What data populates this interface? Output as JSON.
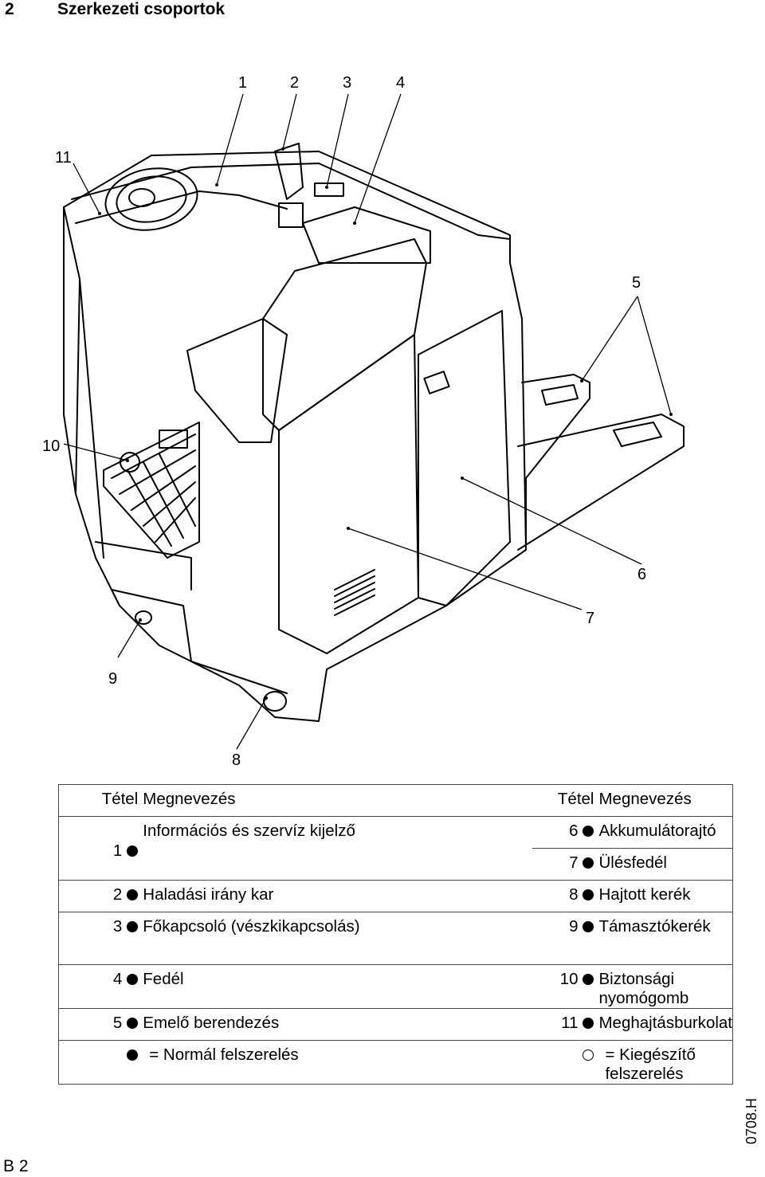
{
  "header": {
    "chapter": "2",
    "title": "Szerkezeti csoportok"
  },
  "callouts": [
    "1",
    "2",
    "3",
    "4",
    "5",
    "6",
    "7",
    "8",
    "9",
    "10",
    "11"
  ],
  "table": {
    "headers": {
      "item": "Tétel",
      "name": "Megnevezés",
      "item2": "Tétel",
      "name2": "Megnevezés"
    },
    "rows": [
      {
        "item": "1",
        "name": "Információs és szervíz kijelző",
        "item2": "6",
        "name2": "Akkumulátorajtó"
      },
      {
        "item2": "7",
        "name2": "Ülésfedél"
      },
      {
        "item": "2",
        "name": "Haladási irány kar",
        "item2": "8",
        "name2": "Hajtott kerék"
      },
      {
        "item": "3",
        "name": "Főkapcsoló (vészkikapcsolás)",
        "item2": "9",
        "name2": "Támasztókerék"
      },
      {
        "item": "4",
        "name": "Fedél",
        "item2": "10",
        "name2": "Biztonsági nyomógomb"
      },
      {
        "item": "5",
        "name": "Emelő berendezés",
        "item2": "11",
        "name2": "Meghajtásburkolat"
      }
    ],
    "legend": {
      "standard": "= Normál felszerelés",
      "optional": "= Kiegészítő felszerelés"
    }
  },
  "footer": {
    "page": "B 2",
    "code": "0708.H"
  }
}
